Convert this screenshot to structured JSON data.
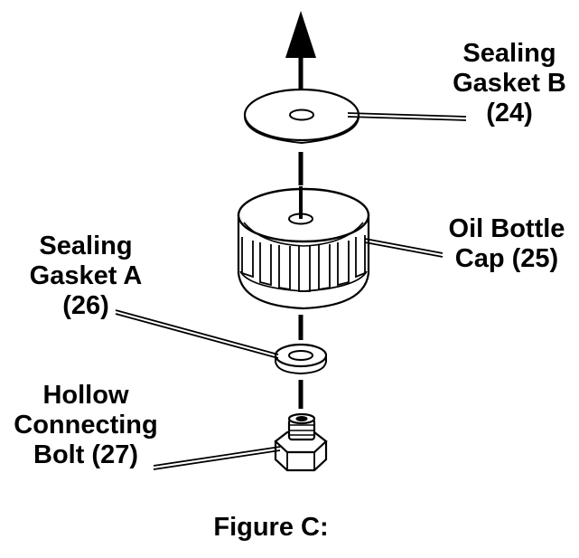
{
  "labels": {
    "gasket_b": {
      "line1": "Sealing",
      "line2": "Gasket B",
      "number": "(24)"
    },
    "oil_cap": {
      "line1": "Oil Bottle",
      "line2": "Cap (25)"
    },
    "gasket_a": {
      "line1": "Sealing",
      "line2": "Gasket A",
      "number": "(26)"
    },
    "bolt": {
      "line1": "Hollow",
      "line2": "Connecting",
      "line3": "Bolt (27)"
    }
  },
  "caption": "Figure C:",
  "colors": {
    "ink": "#000000",
    "paper": "#ffffff"
  }
}
